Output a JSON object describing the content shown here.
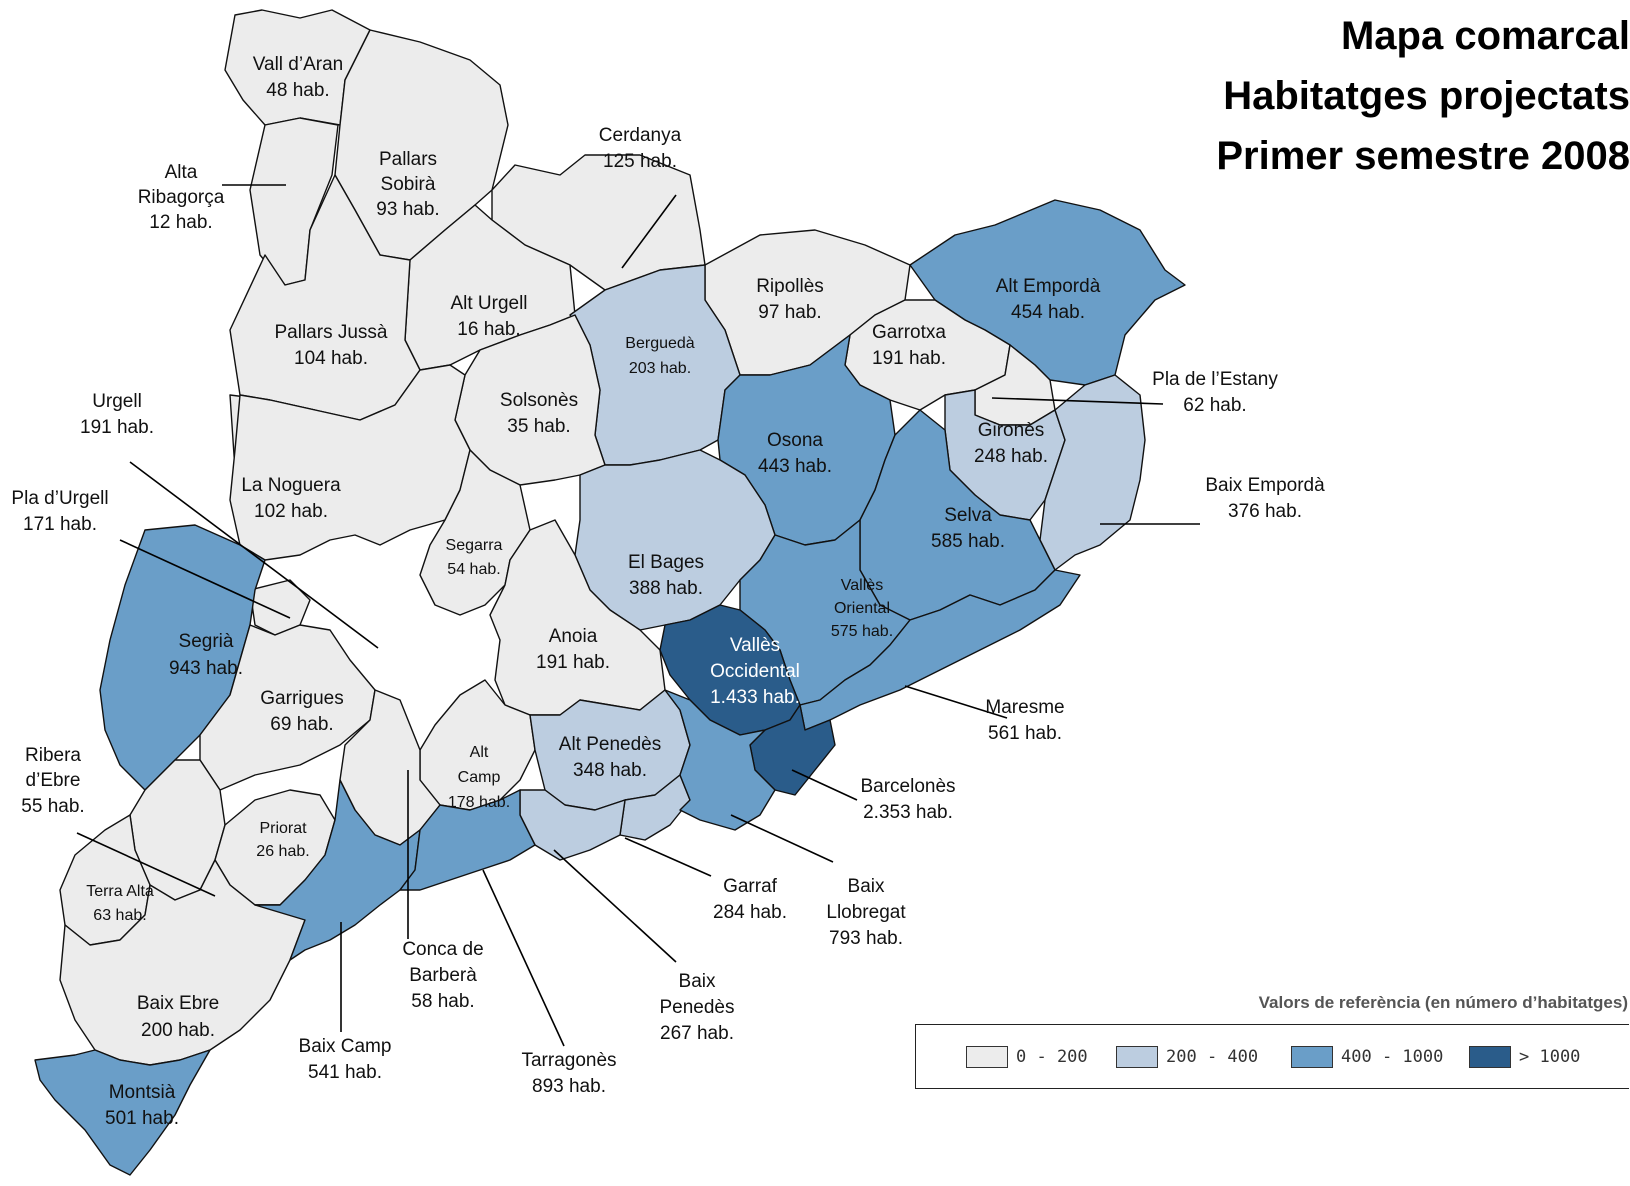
{
  "title": {
    "line1": "Mapa comarcal",
    "line2": "Habitatges projectats",
    "line3": "Primer semestre 2008"
  },
  "colors": {
    "c0": "#ececec",
    "c1": "#bccde0",
    "c2": "#6a9ec8",
    "c3": "#2a5c8a",
    "border": "#111111"
  },
  "legend": {
    "title": "Valors de referència (en número d’habitatges)",
    "items": [
      {
        "label": "0 - 200",
        "color": "#ececec"
      },
      {
        "label": "200 - 400",
        "color": "#bccde0"
      },
      {
        "label": "400 - 1000",
        "color": "#6a9ec8"
      },
      {
        "label": "> 1000",
        "color": "#2a5c8a"
      }
    ]
  },
  "regions": [
    {
      "id": "vall-daran",
      "lines": [
        "Vall d’Aran",
        "48 hab."
      ]
    },
    {
      "id": "alta-ribagorca",
      "lines": [
        "Alta",
        "Ribagorça",
        "12 hab."
      ]
    },
    {
      "id": "pallars-sobira",
      "lines": [
        "Pallars",
        "Sobirà",
        "93 hab."
      ]
    },
    {
      "id": "cerdanya",
      "lines": [
        "Cerdanya",
        "125 hab."
      ]
    },
    {
      "id": "alt-urgell",
      "lines": [
        "Alt Urgell",
        "16 hab."
      ]
    },
    {
      "id": "pallars-jussa",
      "lines": [
        "Pallars Jussà",
        "104 hab."
      ]
    },
    {
      "id": "ripolles",
      "lines": [
        "Ripollès",
        "97 hab."
      ]
    },
    {
      "id": "alt-emporda",
      "lines": [
        "Alt Empordà",
        "454 hab."
      ]
    },
    {
      "id": "bergueda",
      "lines": [
        "Berguedà",
        "203 hab."
      ]
    },
    {
      "id": "garrotxa",
      "lines": [
        "Garrotxa",
        "191 hab."
      ]
    },
    {
      "id": "pla-de-lestany",
      "lines": [
        "Pla de l’Estany",
        "62 hab."
      ]
    },
    {
      "id": "urgell",
      "lines": [
        "Urgell",
        "191 hab."
      ]
    },
    {
      "id": "solsones",
      "lines": [
        "Solsonès",
        "35 hab."
      ]
    },
    {
      "id": "osona",
      "lines": [
        "Osona",
        "443 hab."
      ]
    },
    {
      "id": "girones",
      "lines": [
        "Gironès",
        "248 hab."
      ]
    },
    {
      "id": "la-noguera",
      "lines": [
        "La Noguera",
        "102 hab."
      ]
    },
    {
      "id": "pla-durgell",
      "lines": [
        "Pla d’Urgell",
        "171 hab."
      ]
    },
    {
      "id": "baix-emporda",
      "lines": [
        "Baix Empordà",
        "376 hab."
      ]
    },
    {
      "id": "selva",
      "lines": [
        "Selva",
        "585 hab."
      ]
    },
    {
      "id": "segarra",
      "lines": [
        "Segarra",
        "54 hab."
      ]
    },
    {
      "id": "el-bages",
      "lines": [
        "El Bages",
        "388 hab."
      ]
    },
    {
      "id": "valles-oriental",
      "lines": [
        "Vallès",
        "Oriental",
        "575 hab."
      ]
    },
    {
      "id": "segria",
      "lines": [
        "Segrià",
        "943 hab."
      ]
    },
    {
      "id": "anoia",
      "lines": [
        "Anoia",
        "191 hab."
      ]
    },
    {
      "id": "valles-occidental",
      "lines": [
        "Vallès",
        "Occidental",
        "1.433 hab."
      ]
    },
    {
      "id": "garrigues",
      "lines": [
        "Garrigues",
        "69 hab."
      ]
    },
    {
      "id": "maresme",
      "lines": [
        "Maresme",
        "561 hab."
      ]
    },
    {
      "id": "alt-camp",
      "lines": [
        "Alt",
        "Camp",
        "178 hab."
      ]
    },
    {
      "id": "alt-penedes",
      "lines": [
        "Alt Penedès",
        "348 hab."
      ]
    },
    {
      "id": "ribera-debre",
      "lines": [
        "Ribera",
        "d’Ebre",
        "55 hab."
      ]
    },
    {
      "id": "barcelones",
      "lines": [
        "Barcelonès",
        "2.353 hab."
      ]
    },
    {
      "id": "priorat",
      "lines": [
        "Priorat",
        "26 hab."
      ]
    },
    {
      "id": "terra-alta",
      "lines": [
        "Terra Alta",
        "63 hab."
      ]
    },
    {
      "id": "garraf",
      "lines": [
        "Garraf",
        "284 hab."
      ]
    },
    {
      "id": "baix-llobregat",
      "lines": [
        "Baix",
        "Llobregat",
        "793 hab."
      ]
    },
    {
      "id": "conca-de-barbera",
      "lines": [
        "Conca de",
        "Barberà",
        "58 hab."
      ]
    },
    {
      "id": "baix-penedes",
      "lines": [
        "Baix",
        "Penedès",
        "267 hab."
      ]
    },
    {
      "id": "baix-ebre",
      "lines": [
        "Baix Ebre",
        "200 hab."
      ]
    },
    {
      "id": "baix-camp",
      "lines": [
        "Baix Camp",
        "541 hab."
      ]
    },
    {
      "id": "tarragones",
      "lines": [
        "Tarragonès",
        "893 hab."
      ]
    },
    {
      "id": "montsia",
      "lines": [
        "Montsià",
        "501 hab."
      ]
    }
  ]
}
